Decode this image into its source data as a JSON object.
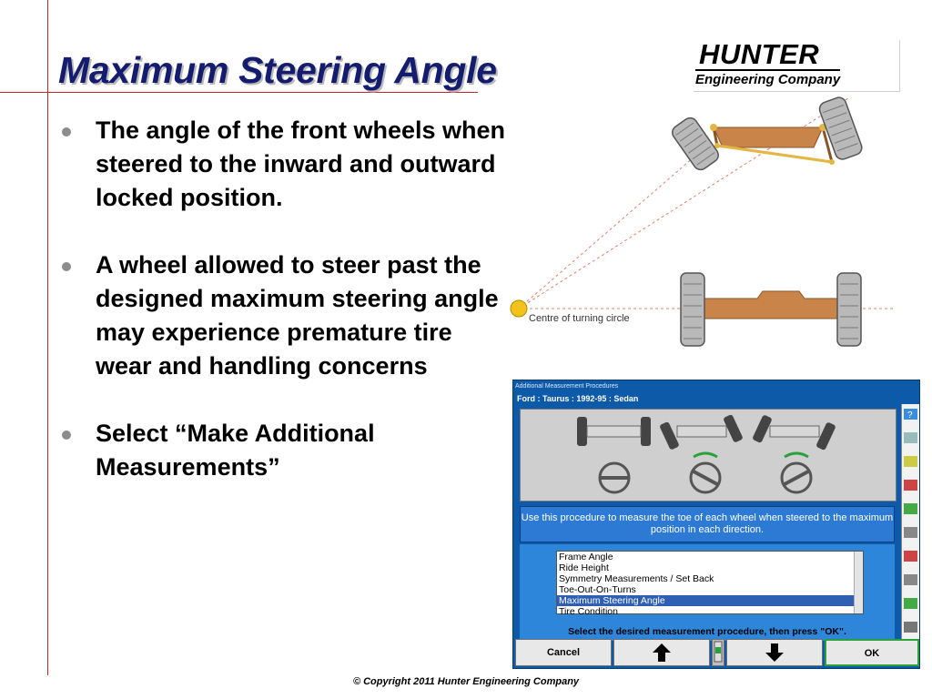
{
  "slide": {
    "title": "Maximum Steering Angle",
    "logo": {
      "top_text": "HUNTER",
      "bottom_text": "Engineering Company"
    },
    "bullets": [
      "The angle of the front wheels when steered to the inward and outward locked position.",
      "A wheel allowed to steer past the designed maximum steering angle may experience premature tire wear and handling concerns",
      "Select “Make Additional Measurements”"
    ],
    "diagram": {
      "label": "Centre of turning circle"
    },
    "copyright": "© Copyright 2011 Hunter Engineering Company"
  },
  "screen": {
    "window_title": "Additional Measurement Procedures",
    "vehicle": "Ford : Taurus : 1992-95 : Sedan",
    "banner_text": "Use this procedure to measure the toe of each wheel when steered to the maximum position in each direction.",
    "list_items": [
      "Frame Angle",
      "Ride Height",
      "Symmetry Measurements / Set Back",
      "Toe-Out-On-Turns",
      "Maximum Steering Angle",
      "Tire Condition"
    ],
    "selected_index": 4,
    "prompt": "Select the desired measurement procedure, then press \"OK\".",
    "buttons": {
      "cancel": "Cancel",
      "ok": "OK"
    }
  },
  "colors": {
    "title": "#131c6e",
    "accent_line": "#c8282d",
    "screen_bg": "#0d5aa9",
    "banner": "#2c7ad4",
    "selection": "#2f5fb3",
    "axle": "#c9844a"
  },
  "icons": [
    "up-arrow-icon",
    "down-arrow-icon",
    "steering-wheel-icon",
    "help-icon"
  ]
}
